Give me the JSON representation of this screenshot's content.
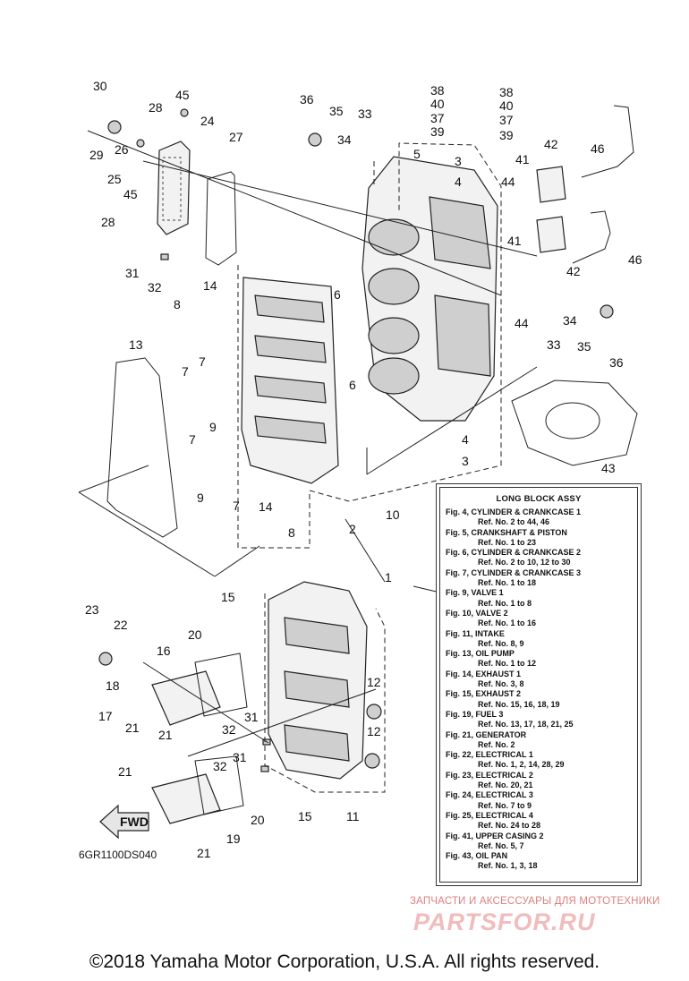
{
  "callouts": [
    {
      "id": "30",
      "text": "30"
    },
    {
      "id": "45a",
      "text": "45"
    },
    {
      "id": "28a",
      "text": "28"
    },
    {
      "id": "24",
      "text": "24"
    },
    {
      "id": "27",
      "text": "27"
    },
    {
      "id": "29",
      "text": "29"
    },
    {
      "id": "26",
      "text": "26"
    },
    {
      "id": "25",
      "text": "25"
    },
    {
      "id": "45b",
      "text": "45"
    },
    {
      "id": "28b",
      "text": "28"
    },
    {
      "id": "31a",
      "text": "31"
    },
    {
      "id": "32a",
      "text": "32"
    },
    {
      "id": "36a",
      "text": "36"
    },
    {
      "id": "35a",
      "text": "35"
    },
    {
      "id": "33a",
      "text": "33"
    },
    {
      "id": "34a",
      "text": "34"
    },
    {
      "id": "38a",
      "text": "38"
    },
    {
      "id": "40a",
      "text": "40"
    },
    {
      "id": "37a",
      "text": "37"
    },
    {
      "id": "39a",
      "text": "39"
    },
    {
      "id": "38b",
      "text": "38"
    },
    {
      "id": "40b",
      "text": "40"
    },
    {
      "id": "37b",
      "text": "37"
    },
    {
      "id": "39b",
      "text": "39"
    },
    {
      "id": "5",
      "text": "5"
    },
    {
      "id": "3a",
      "text": "3"
    },
    {
      "id": "4a",
      "text": "4"
    },
    {
      "id": "44a",
      "text": "44"
    },
    {
      "id": "42a",
      "text": "42"
    },
    {
      "id": "46a",
      "text": "46"
    },
    {
      "id": "41a",
      "text": "41"
    },
    {
      "id": "41b",
      "text": "41"
    },
    {
      "id": "46b",
      "text": "46"
    },
    {
      "id": "42b",
      "text": "42"
    },
    {
      "id": "14a",
      "text": "14"
    },
    {
      "id": "6a",
      "text": "6"
    },
    {
      "id": "8a",
      "text": "8"
    },
    {
      "id": "7a",
      "text": "7"
    },
    {
      "id": "13",
      "text": "13"
    },
    {
      "id": "7b",
      "text": "7"
    },
    {
      "id": "9a",
      "text": "9"
    },
    {
      "id": "6b",
      "text": "6"
    },
    {
      "id": "34b",
      "text": "34"
    },
    {
      "id": "33b",
      "text": "33"
    },
    {
      "id": "44b",
      "text": "44"
    },
    {
      "id": "35b",
      "text": "35"
    },
    {
      "id": "36b",
      "text": "36"
    },
    {
      "id": "7c",
      "text": "7"
    },
    {
      "id": "9b",
      "text": "9"
    },
    {
      "id": "7d",
      "text": "7"
    },
    {
      "id": "14b",
      "text": "14"
    },
    {
      "id": "4b",
      "text": "4"
    },
    {
      "id": "3b",
      "text": "3"
    },
    {
      "id": "43",
      "text": "43"
    },
    {
      "id": "8b",
      "text": "8"
    },
    {
      "id": "2",
      "text": "2"
    },
    {
      "id": "10",
      "text": "10"
    },
    {
      "id": "1",
      "text": "1"
    },
    {
      "id": "15a",
      "text": "15"
    },
    {
      "id": "23",
      "text": "23"
    },
    {
      "id": "22",
      "text": "22"
    },
    {
      "id": "16",
      "text": "16"
    },
    {
      "id": "20a",
      "text": "20"
    },
    {
      "id": "18",
      "text": "18"
    },
    {
      "id": "17",
      "text": "17"
    },
    {
      "id": "21a",
      "text": "21"
    },
    {
      "id": "21b",
      "text": "21"
    },
    {
      "id": "12a",
      "text": "12"
    },
    {
      "id": "31b",
      "text": "31"
    },
    {
      "id": "12b",
      "text": "12"
    },
    {
      "id": "32b",
      "text": "32"
    },
    {
      "id": "31c",
      "text": "31"
    },
    {
      "id": "32c",
      "text": "32"
    },
    {
      "id": "21c",
      "text": "21"
    },
    {
      "id": "15b",
      "text": "15"
    },
    {
      "id": "11",
      "text": "11"
    },
    {
      "id": "20b",
      "text": "20"
    },
    {
      "id": "19",
      "text": "19"
    },
    {
      "id": "21d",
      "text": "21"
    }
  ],
  "panel": {
    "title": "LONG BLOCK ASSY",
    "entries": [
      {
        "fig": "Fig. 4, CYLINDER & CRANKCASE 1",
        "ref": "Ref. No. 2 to 44, 46"
      },
      {
        "fig": "Fig. 5, CRANKSHAFT & PISTON",
        "ref": "Ref. No. 1 to 23"
      },
      {
        "fig": "Fig. 6, CYLINDER & CRANKCASE 2",
        "ref": "Ref. No. 2 to 10, 12 to 30"
      },
      {
        "fig": "Fig. 7, CYLINDER & CRANKCASE 3",
        "ref": "Ref. No. 1 to 18"
      },
      {
        "fig": "Fig. 9, VALVE 1",
        "ref": "Ref. No. 1 to 8"
      },
      {
        "fig": "Fig. 10, VALVE 2",
        "ref": "Ref. No. 1 to 16"
      },
      {
        "fig": "Fig. 11, INTAKE",
        "ref": "Ref. No. 8, 9"
      },
      {
        "fig": "Fig. 13, OIL PUMP",
        "ref": "Ref. No. 1 to 12"
      },
      {
        "fig": "Fig. 14, EXHAUST 1",
        "ref": "Ref. No. 3, 8"
      },
      {
        "fig": "Fig. 15, EXHAUST 2",
        "ref": "Ref. No. 15, 16, 18, 19"
      },
      {
        "fig": "Fig. 19, FUEL 3",
        "ref": "Ref. No. 13, 17, 18, 21, 25"
      },
      {
        "fig": "Fig. 21, GENERATOR",
        "ref": "Ref. No. 2"
      },
      {
        "fig": "Fig. 22, ELECTRICAL 1",
        "ref": "Ref. No. 1, 2, 14, 28, 29"
      },
      {
        "fig": "Fig. 23, ELECTRICAL 2",
        "ref": "Ref. No. 20, 21"
      },
      {
        "fig": "Fig. 24, ELECTRICAL 3",
        "ref": "Ref. No. 7 to 9"
      },
      {
        "fig": "Fig. 25, ELECTRICAL 4",
        "ref": "Ref. No. 24 to 28"
      },
      {
        "fig": "Fig. 41, UPPER CASING 2",
        "ref": "Ref. No. 5, 7"
      },
      {
        "fig": "Fig. 43, OIL PAN",
        "ref": "Ref. No. 1, 3, 18"
      }
    ]
  },
  "fwd_label": "FWD",
  "diagram_code": "6GR1100DS040",
  "watermark": {
    "tagline": "ЗАПЧАСТИ И АКСЕССУАРЫ ДЛЯ МОТОТЕХНИКИ",
    "logo": "PARTSFOR.RU"
  },
  "copyright": "©2018 Yamaha Motor Corporation, U.S.A. All rights reserved."
}
